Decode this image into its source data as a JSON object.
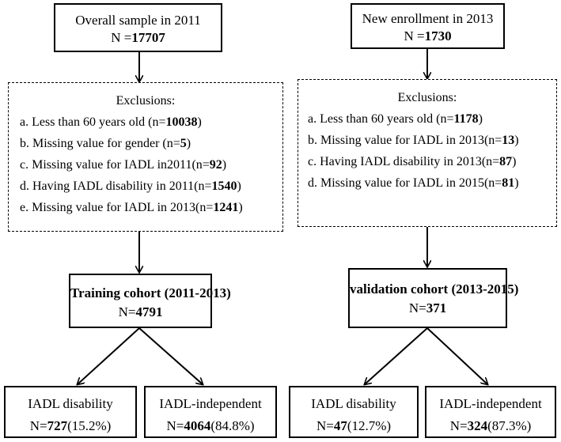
{
  "left": {
    "source": {
      "title": "Overall sample in 2011",
      "n_prefix": "N =",
      "n_value": "17707"
    },
    "exclusions": {
      "heading": "Exclusions:",
      "items": [
        {
          "text": "a. Less than 60 years old (n=",
          "value": "10038",
          "suffix": ")"
        },
        {
          "text": "b. Missing value for gender (n=",
          "value": "5",
          "suffix": ")"
        },
        {
          "text": "c. Missing value for IADL in2011(n=",
          "value": "92",
          "suffix": ")"
        },
        {
          "text": "d. Having IADL disability in 2011(n=",
          "value": "1540",
          "suffix": ")"
        },
        {
          "text": "e. Missing value for IADL in 2013(n=",
          "value": "1241",
          "suffix": ")"
        }
      ]
    },
    "cohort": {
      "title": "Training cohort (2011-2013)",
      "n_prefix": "N=",
      "n_value": "4791"
    },
    "outcomes": [
      {
        "label": "IADL disability",
        "n_prefix": "N=",
        "n_value": "727",
        "pct": "(15.2%)"
      },
      {
        "label": "IADL-independent",
        "n_prefix": "N=",
        "n_value": "4064",
        "pct": "(84.8%)"
      }
    ]
  },
  "right": {
    "source": {
      "title": "New enrollment in 2013",
      "n_prefix": "N =",
      "n_value": "1730"
    },
    "exclusions": {
      "heading": "Exclusions:",
      "items": [
        {
          "text": "a. Less than 60 years old (n=",
          "value": "1178",
          "suffix": ")"
        },
        {
          "text": "b. Missing value for IADL in 2013(n=",
          "value": "13",
          "suffix": ")"
        },
        {
          "text": "c. Having IADL disability in 2013(n=",
          "value": "87",
          "suffix": ")"
        },
        {
          "text": "d. Missing value for IADL in 2015(n=",
          "value": "81",
          "suffix": ")"
        }
      ]
    },
    "cohort": {
      "title": "validation cohort (2013-2015)",
      "n_prefix": "N=",
      "n_value": "371"
    },
    "outcomes": [
      {
        "label": "IADL disability",
        "n_prefix": "N=",
        "n_value": "47",
        "pct": "(12.7%)"
      },
      {
        "label": "IADL-independent",
        "n_prefix": "N=",
        "n_value": "324",
        "pct": "(87.3%)"
      }
    ]
  }
}
